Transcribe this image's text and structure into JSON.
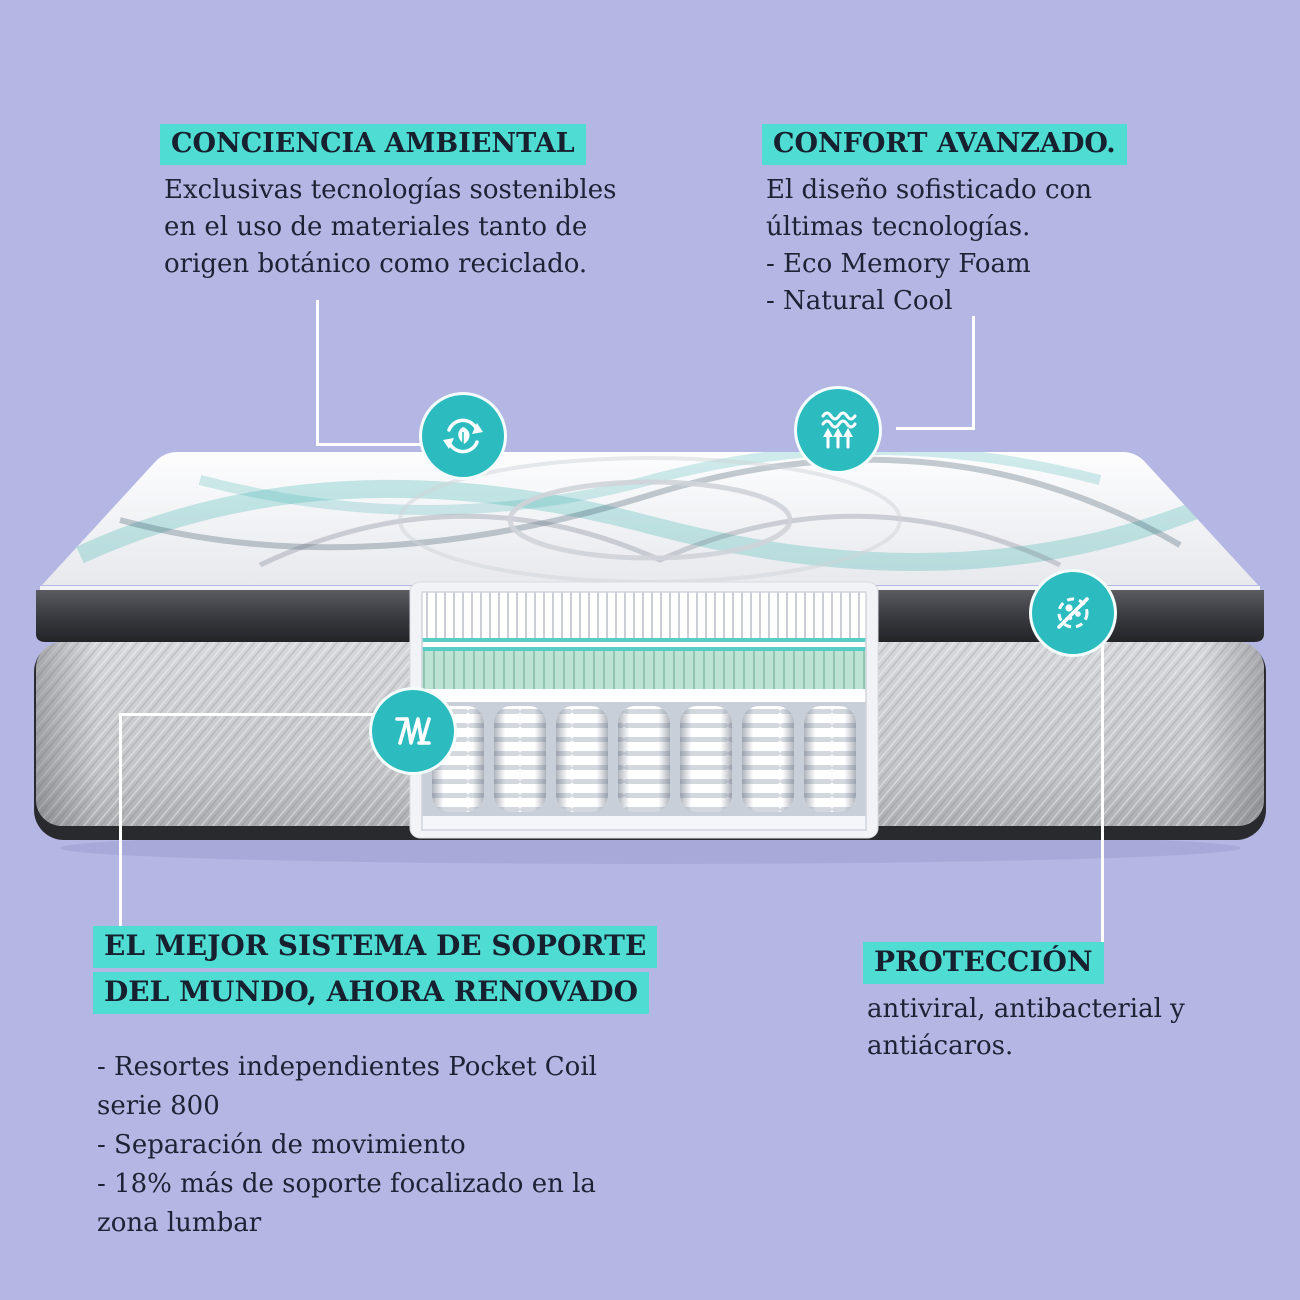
{
  "page": {
    "title": "Infografía de colchón con tecnologías",
    "language": "es"
  },
  "colors": {
    "background": "#b4b7e3",
    "highlight": "#4fdcd3",
    "badge": "#2cbcc0",
    "text": "#1b2335",
    "connector": "#ffffff"
  },
  "callouts": {
    "ambiental": {
      "heading": "CONCIENCIA AMBIENTAL",
      "body": "Exclusivas tecnologías sostenibles\nen el uso de materiales tanto de\norigen botánico como reciclado."
    },
    "confort": {
      "heading": "CONFORT AVANZADO.",
      "body": "El diseño sofisticado con\núltimas tecnologías.\n- Eco Memory Foam\n- Natural Cool"
    },
    "soporte": {
      "heading_lines": [
        "EL MEJOR SISTEMA DE SOPORTE",
        "DEL MUNDO, AHORA RENOVADO"
      ],
      "body": "- Resortes independientes Pocket Coil\nserie 800\n- Separación de movimiento\n- 18% más de soporte focalizado en la\nzona lumbar"
    },
    "proteccion": {
      "heading": "PROTECCIÓN",
      "body": "antiviral, antibacterial y\nantiácaros."
    }
  },
  "icons": {
    "sustainability": "recycle-leaf-icon",
    "breathability": "airflow-arrows-icon",
    "support": "spring-coil-icon",
    "protection": "antibacterial-icon"
  }
}
